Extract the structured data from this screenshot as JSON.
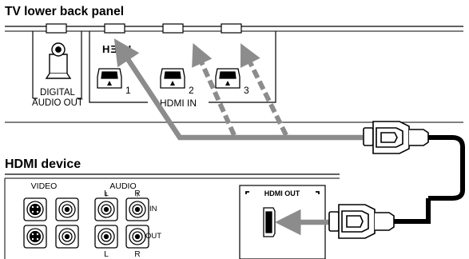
{
  "tv_panel": {
    "title": "TV lower back panel",
    "hdmi_logo": "HƎmI",
    "digital_audio_out_line1": "DIGITAL",
    "digital_audio_out_line2": "AUDIO OUT",
    "hdmi_in_label": "HDMI IN",
    "port_numbers": [
      "1",
      "2",
      "3"
    ]
  },
  "hdmi_device": {
    "title": "HDMI device",
    "video_label": "VIDEO",
    "audio_label": "AUDIO",
    "audio_l_top": "L",
    "audio_r_top": "R",
    "in_label": "IN",
    "out_label": "OUT",
    "audio_l_bottom": "L",
    "audio_r_bottom": "R",
    "hdmi_out_label": "HDMI OUT"
  },
  "colors": {
    "line": "#000000",
    "cable_path": "#8c8c8c",
    "panel_bg": "#ffffff"
  }
}
